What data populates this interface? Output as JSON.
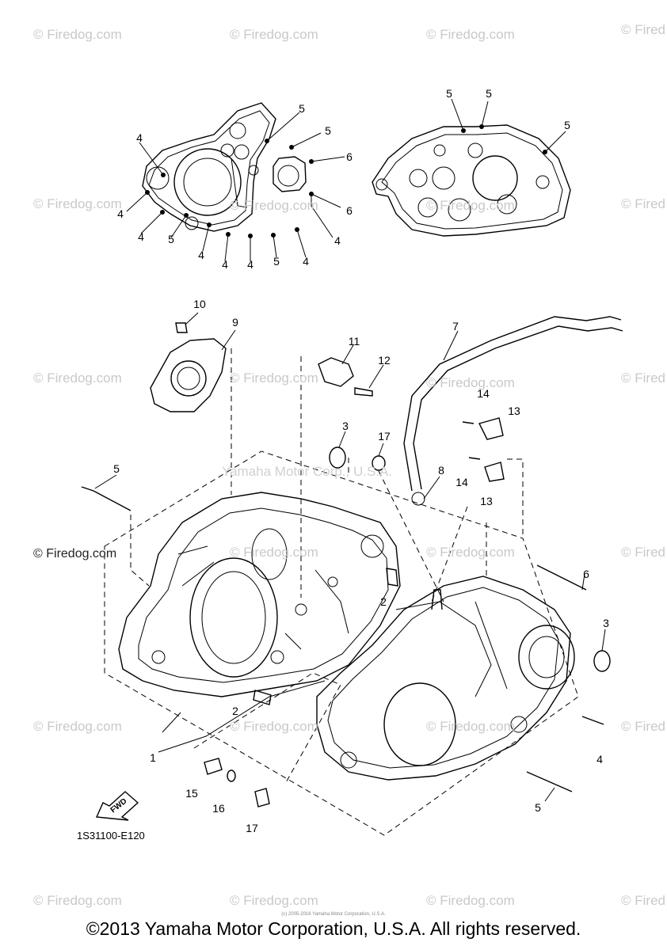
{
  "watermarks": {
    "firedog": "© Firedog.com",
    "firedog_trunc": "© Fired",
    "yamaha": "Yamaha Motor Corp., U.S.A."
  },
  "callouts": {
    "c1": "1",
    "c2": "2",
    "c3": "3",
    "c4": "4",
    "c5": "5",
    "c6": "6",
    "c7": "7",
    "c8": "8",
    "c9": "9",
    "c10": "10",
    "c11": "11",
    "c12": "12",
    "c13": "13",
    "c14": "14",
    "c15": "15",
    "c16": "16",
    "c17": "17"
  },
  "fwd_label": "FWD",
  "part_code": "1S31100-E120",
  "tiny_notice": "(c) 2005-2016 Yamaha Motor Corporation, U.S.A.",
  "copyright": "©2013 Yamaha Motor Corporation, U.S.A. All rights reserved."
}
